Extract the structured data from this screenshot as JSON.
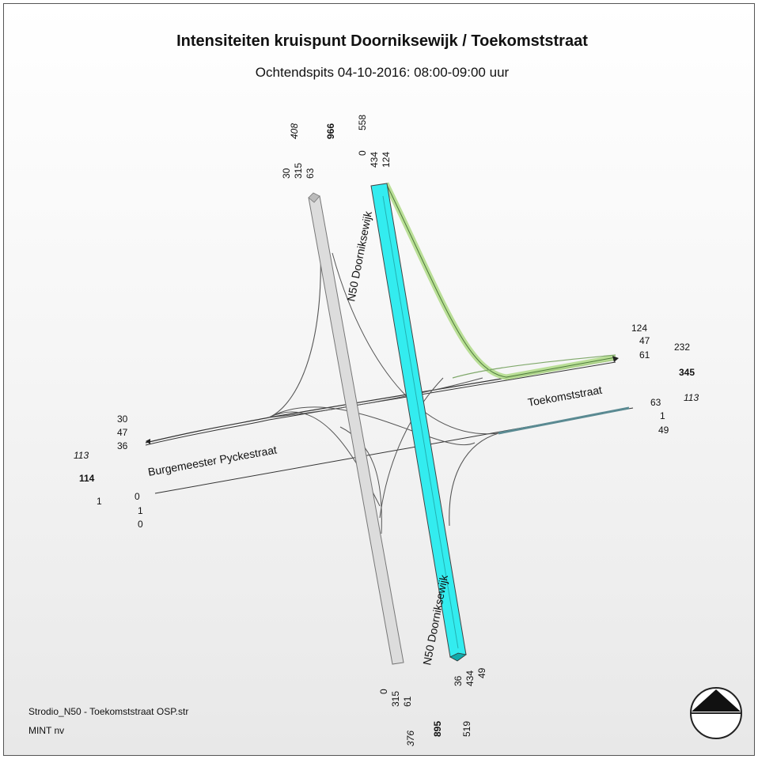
{
  "title": "Intensiteiten kruispunt Doorniksewijk / Toekomststraat",
  "subtitle": "Ochtendspits 04-10-2016: 08:00-09:00 uur",
  "roads": {
    "north": "N50 Doorniksewijk",
    "south": "N50 Doorniksewijk",
    "east": "Toekomststraat",
    "west": "Burgemeester Pyckestraat"
  },
  "north_arm": {
    "in_total": "408",
    "total": "966",
    "out_total": "558",
    "in_movements": [
      "30",
      "315",
      "63"
    ],
    "out_movements": [
      "0",
      "434",
      "124"
    ]
  },
  "south_arm": {
    "in_total": "376",
    "total": "895",
    "out_total": "519",
    "in_movements": [
      "0",
      "315",
      "61"
    ],
    "out_movements": [
      "36",
      "434",
      "49"
    ]
  },
  "east_arm": {
    "in_total": "232",
    "total": "345",
    "out_total": "113",
    "in_movements": [
      "124",
      "47",
      "61"
    ],
    "out_movements": [
      "63",
      "1",
      "49"
    ]
  },
  "west_arm": {
    "in_total": "113",
    "total": "114",
    "out_total": "1",
    "in_movements": [
      "30",
      "47",
      "36"
    ],
    "out_movements": [
      "0",
      "1",
      "0"
    ]
  },
  "footer": {
    "filename": "Strodio_N50 - Toekomststraat OSP.str",
    "company": "MINT nv"
  },
  "colors": {
    "highlight_band": "#33ecef",
    "grey_band": "#dcdcdc",
    "green_flow": "#b2dc8c"
  },
  "icons": [
    "north-arrow-icon"
  ]
}
